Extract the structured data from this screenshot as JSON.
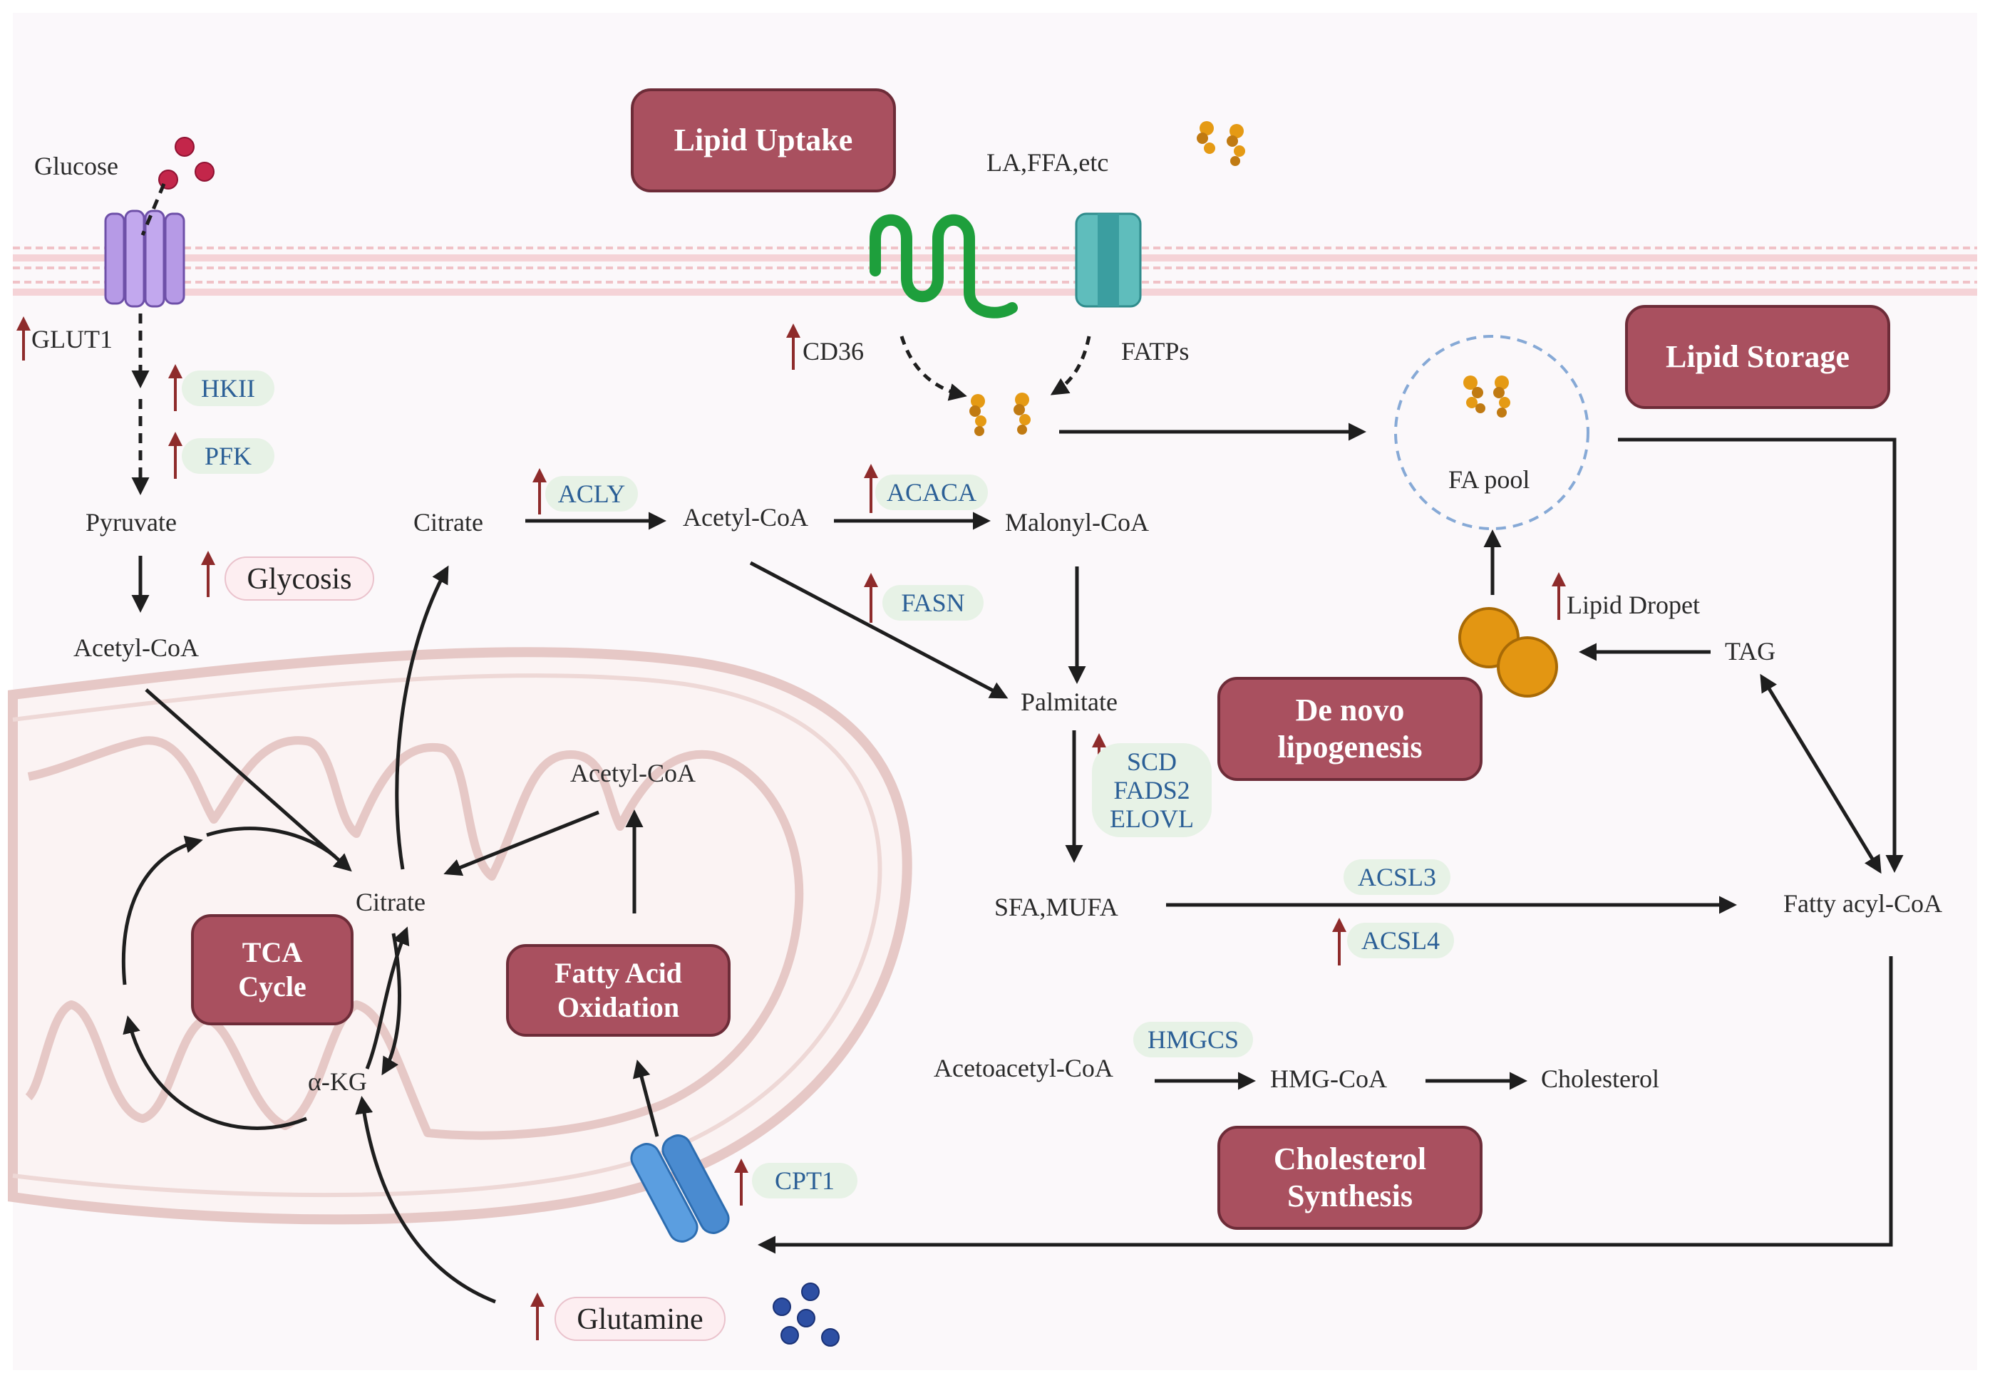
{
  "title": "",
  "colors": {
    "process_box": "#a9505f",
    "process_border": "#6d2c38",
    "enzyme_text": "#2b5f96",
    "enzyme_bg": "#e7f2e6",
    "up_arrow": "#8e2b2b",
    "membrane": "#f2c7cc",
    "mitochondrion": "#e9cfcd"
  },
  "processes": {
    "lipid_uptake": "Lipid Uptake",
    "lipid_storage": "Lipid Storage",
    "de_novo_1": "De novo",
    "de_novo_2": "lipogenesis",
    "tca_1": "TCA",
    "tca_2": "Cycle",
    "fao_1": "Fatty Acid",
    "fao_2": "Oxidation",
    "chol_1": "Cholesterol",
    "chol_2": "Synthesis"
  },
  "metabolites": {
    "glucose": "Glucose",
    "pyruvate": "Pyruvate",
    "acetyl_coa_left": "Acetyl-CoA",
    "citrate_cyto": "Citrate",
    "acetyl_coa_top": "Acetyl-CoA",
    "malonyl_coa": "Malonyl-CoA",
    "palmitate": "Palmitate",
    "sfa_mufa": "SFA,MUFA",
    "fatty_acyl_coa": "Fatty acyl-CoA",
    "tag": "TAG",
    "fa_pool": "FA pool",
    "la_ffa": "LA,FFA,etc",
    "citrate_mito": "Citrate",
    "akg": "α-KG",
    "acetyl_coa_mito": "Acetyl-CoA",
    "acetoacetyl_coa": "Acetoacetyl-CoA",
    "hmg_coa": "HMG-CoA",
    "cholesterol": "Cholesterol"
  },
  "upregulated_labels": {
    "glut1": "GLUT1",
    "cd36": "CD36",
    "fatps": "FATPs",
    "lipid_droplet": "Lipid Dropet",
    "glycosis": "Glycosis",
    "glutamine": "Glutamine"
  },
  "enzymes": {
    "hkii": "HKII",
    "pfk": "PFK",
    "acly": "ACLY",
    "acaca": "ACACA",
    "fasn": "FASN",
    "scd": "SCD",
    "fads2": "FADS2",
    "elovl": "ELOVL",
    "acsl3": "ACSL3",
    "acsl4": "ACSL4",
    "hmgcs": "HMGCS",
    "cpt1": "CPT1"
  }
}
